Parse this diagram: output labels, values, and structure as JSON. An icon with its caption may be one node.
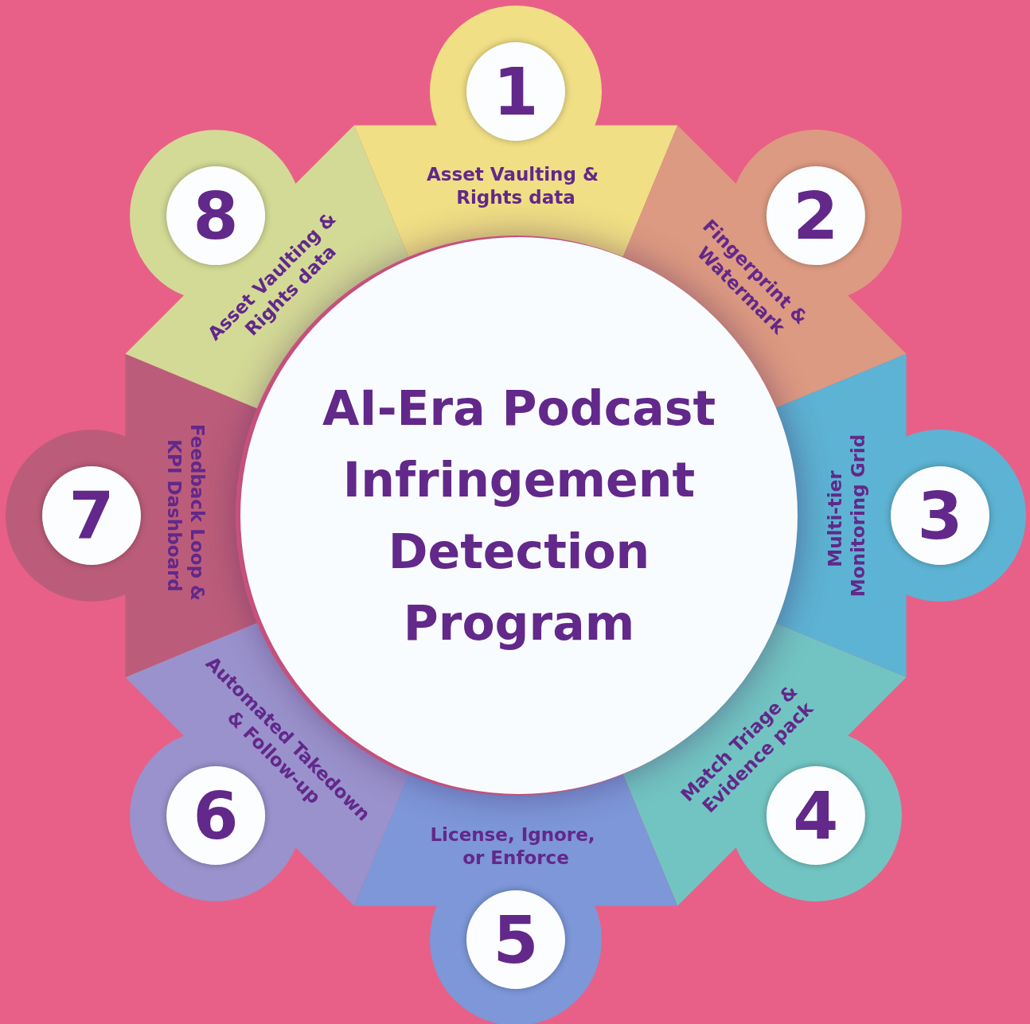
{
  "diagram": {
    "nodes": [
      {
        "text": [
          "AI-Era Podcast Infringement Detection Program"
        ]
      },
      {
        "text": [
          "Asset Vaulting & Rights data"
        ]
      },
      {
        "text": [
          "1"
        ],
        "in": 1
      },
      {
        "text": [
          "Fingerprint & Watermark"
        ]
      },
      {
        "text": [
          "2"
        ],
        "in": 3
      },
      {
        "text": [
          "Multi-tier Monitoring Grid"
        ]
      },
      {
        "text": [
          "3"
        ],
        "in": 5
      },
      {
        "text": [
          "Match Triage & Evidence pack"
        ]
      },
      {
        "text": [
          "4"
        ],
        "in": 7
      },
      {
        "text": [
          "License, Ignore, or Enforce"
        ]
      },
      {
        "text": [
          "5"
        ],
        "in": 9
      },
      {
        "text": [
          "Automated Takedown & Follow-up"
        ]
      },
      {
        "text": [
          "6"
        ],
        "in": 11
      },
      {
        "text": [
          "Feedback Loop & KPI Dashboard"
        ]
      },
      {
        "text": [
          "7"
        ],
        "in": 13
      },
      {
        "text": [
          "Asset Vaulting & Rights data"
        ]
      },
      {
        "text": [
          "8"
        ],
        "in": 15
      }
    ]
  }
}
